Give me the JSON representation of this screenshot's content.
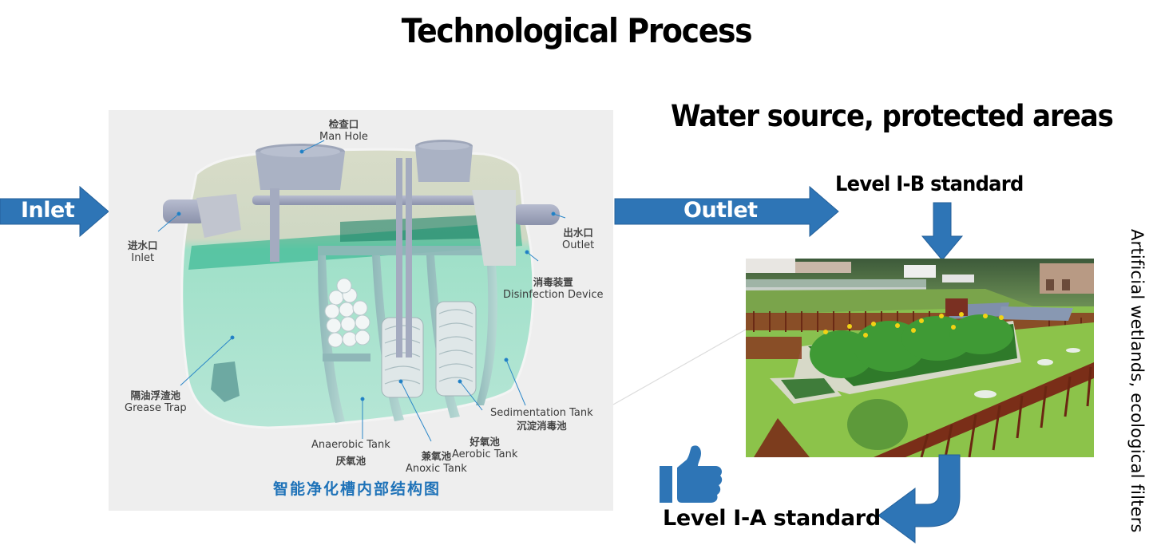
{
  "header": {
    "title": "Technological Process",
    "subtitle": "Water source, protected areas"
  },
  "flow": {
    "inlet_arrow_label": "Inlet",
    "outlet_arrow_label": "Outlet",
    "level_b_label": "Level I-B standard",
    "level_a_label": "Level I-A standard",
    "wetland_label": "Artificial wetlands, ecological filters"
  },
  "tank_diagram": {
    "caption": "智能净化槽内部结构图",
    "labels": {
      "manhole": {
        "cn": "检查口",
        "en": "Man Hole"
      },
      "inlet": {
        "cn": "进水口",
        "en": "Inlet"
      },
      "outlet": {
        "cn": "出水口",
        "en": "Outlet"
      },
      "disinfection": {
        "cn": "消毒装置",
        "en": "Disinfection Device"
      },
      "grease_trap": {
        "cn": "隔油浮渣池",
        "en": "Grease Trap"
      },
      "anaerobic": {
        "cn": "厌氧池",
        "en": "Anaerobic Tank"
      },
      "anoxic": {
        "cn": "兼氧池",
        "en": "Anoxic Tank"
      },
      "aerobic": {
        "cn": "好氧池",
        "en": "Aerobic Tank"
      },
      "sedimentation": {
        "cn": "沉淀消毒池",
        "en": "Sedimentation Tank"
      }
    }
  },
  "colors": {
    "arrow_blue": "#2e75b6",
    "caption_blue": "#1e72b8",
    "tank_water": "#a8e0cc",
    "tank_dark_water": "#1f9e7a",
    "panel_bg": "#eeeeee"
  },
  "icons": {
    "approval": "thumbs-up-icon"
  }
}
